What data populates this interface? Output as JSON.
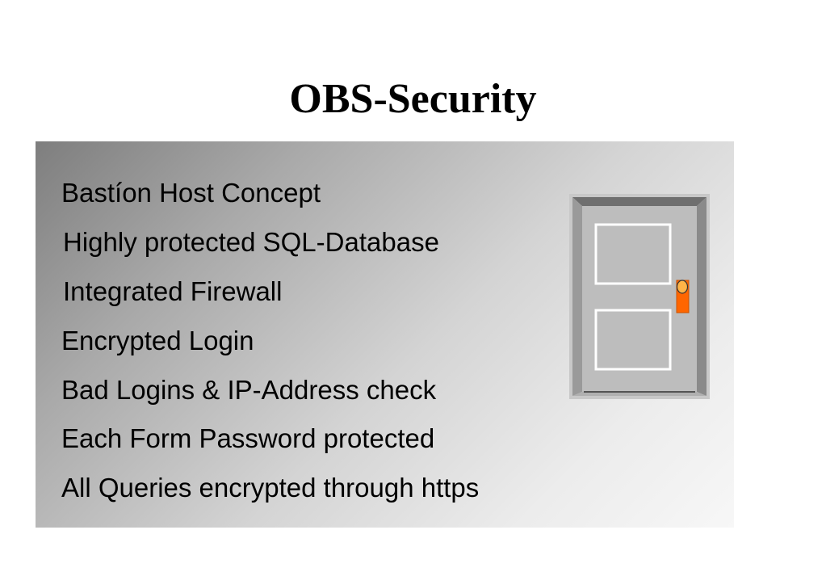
{
  "slide": {
    "title": "OBS-Security",
    "bullets": [
      "Bastíon Host Concept",
      "Highly protected SQL-Database",
      "Integrated Firewall",
      "Encrypted Login",
      "Bad Logins & IP-Address check",
      "Each Form Password protected",
      "All Queries encrypted through https"
    ]
  },
  "icons": {
    "door": "door-icon"
  },
  "colors": {
    "door_handle": "#ff6600",
    "door_face": "#bdbdbd",
    "door_frame": "#8c8c8c"
  }
}
